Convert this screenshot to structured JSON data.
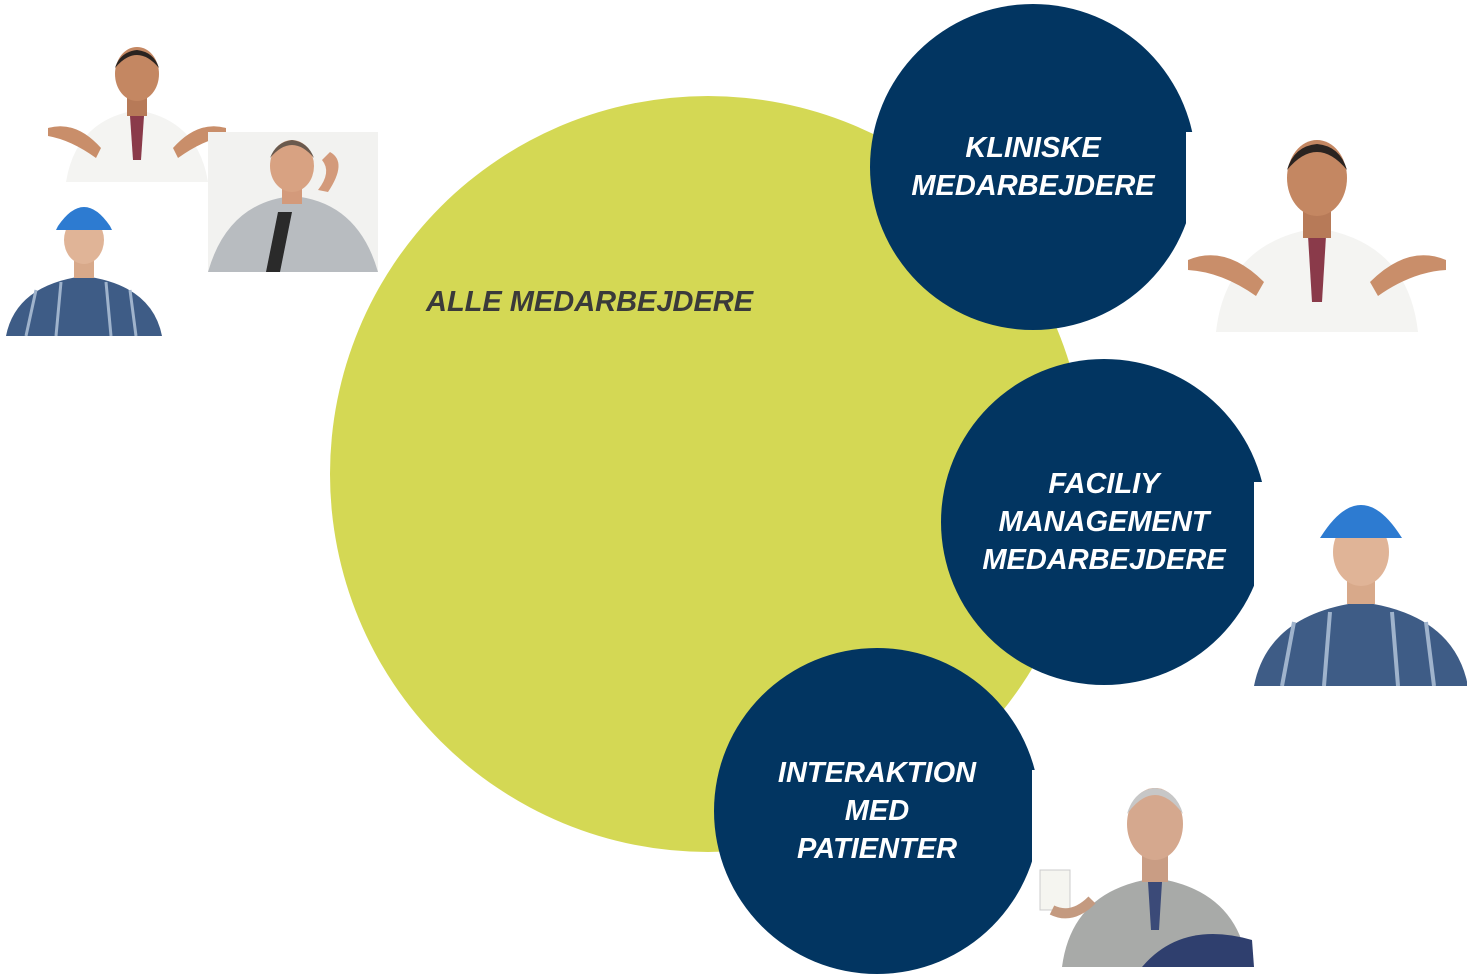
{
  "main_circle": {
    "label": "ALLE MEDARBEJDERE",
    "color": "#d4d854"
  },
  "groups": [
    {
      "lines": [
        "KLINISKE",
        "MEDARBEJDERE"
      ],
      "color": "#023561"
    },
    {
      "lines": [
        "FACILIY",
        "MANAGEMENT",
        "MEDARBEJDERE"
      ],
      "color": "#023561"
    },
    {
      "lines": [
        "INTERAKTION",
        "MED",
        "PATIENTER"
      ],
      "color": "#023561"
    }
  ],
  "icons": {
    "doctor": "doctor-shrugging-photo",
    "worker": "construction-worker-photo",
    "office": "stressed-office-worker-photo",
    "patient": "elderly-patient-photo"
  }
}
